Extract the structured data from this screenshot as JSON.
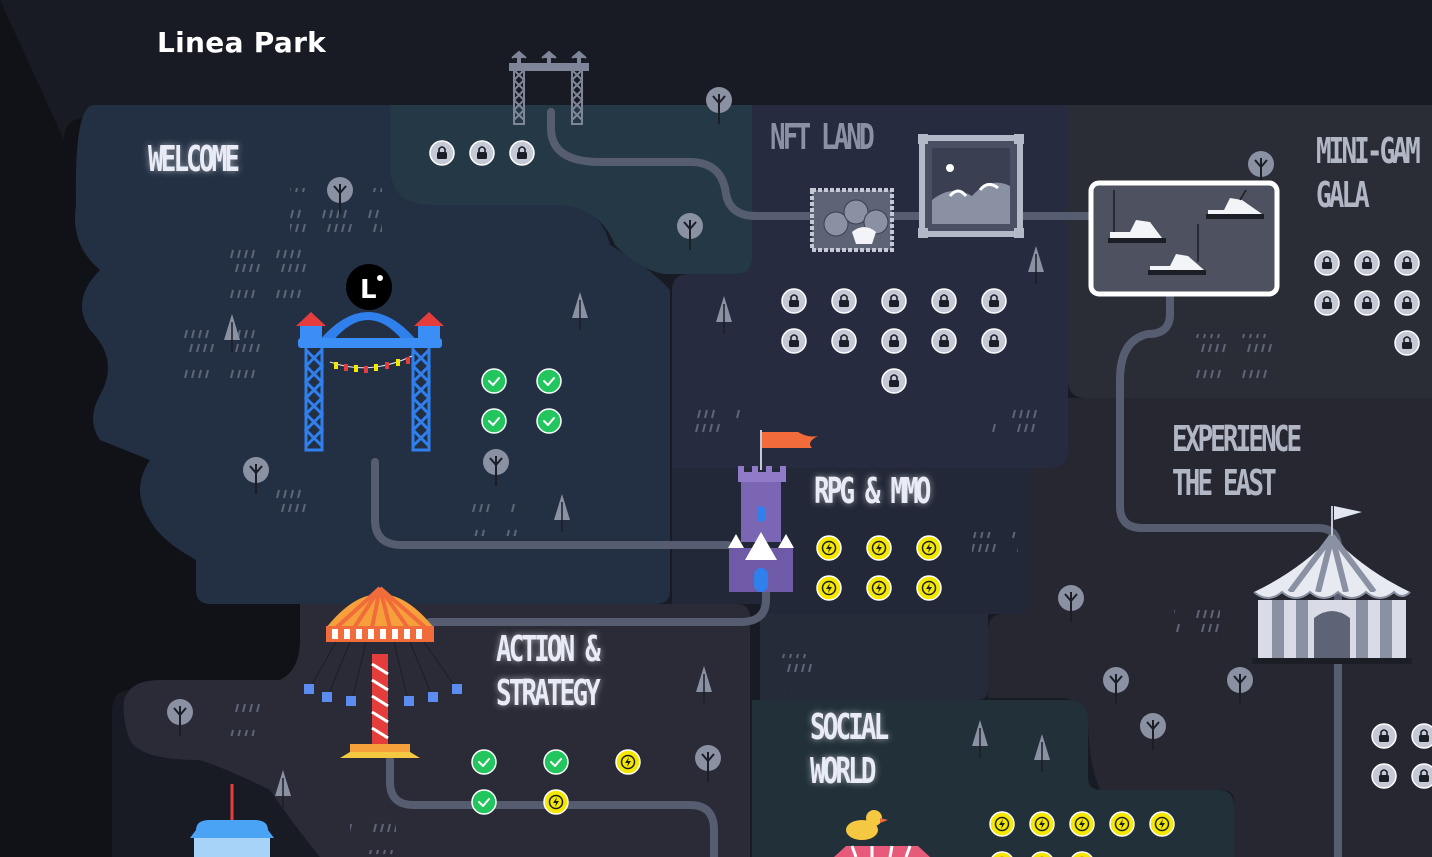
{
  "app": {
    "title": "Linea Park"
  },
  "zones": {
    "welcome": {
      "line1": "WELCOME"
    },
    "nft_land": {
      "line1": "NFT LAND"
    },
    "mini_games": {
      "line1": "MINI-GAM",
      "line2": "GALA"
    },
    "experience_east": {
      "line1": "EXPERIENCE",
      "line2": "THE EAST"
    },
    "rpg_mmo": {
      "line1": "RPG & MMO"
    },
    "action_strategy": {
      "line1": "ACTION &",
      "line2": "STRATEGY"
    },
    "social_world": {
      "line1": "SOCIAL",
      "line2": "WORLD"
    }
  },
  "markers": {
    "top_strip": [
      "locked",
      "locked",
      "locked"
    ],
    "welcome": [
      "completed",
      "completed",
      "completed",
      "completed"
    ],
    "nft_land": [
      "locked",
      "locked",
      "locked",
      "locked",
      "locked",
      "locked",
      "locked",
      "locked",
      "locked",
      "locked",
      "locked"
    ],
    "mini_games": [
      "locked",
      "locked",
      "locked",
      "locked",
      "locked",
      "locked",
      "locked"
    ],
    "rpg_mmo": [
      "active",
      "active",
      "active",
      "active",
      "active",
      "active"
    ],
    "action_strategy": [
      "completed",
      "completed",
      "active",
      "completed",
      "active"
    ],
    "social_world": [
      "active",
      "active",
      "active",
      "active",
      "active",
      "active",
      "active",
      "active"
    ],
    "experience_east": [
      "locked",
      "locked",
      "locked",
      "locked"
    ]
  },
  "logo": {
    "letter": "L"
  },
  "colors": {
    "background": "#191b24",
    "completed": "#22c55e",
    "active": "#f5e800",
    "locked": "#c5c9d6",
    "path": "#565d70",
    "gate": "#2f80ed",
    "castle": "#7b66b4",
    "flag": "#f26b3a"
  }
}
